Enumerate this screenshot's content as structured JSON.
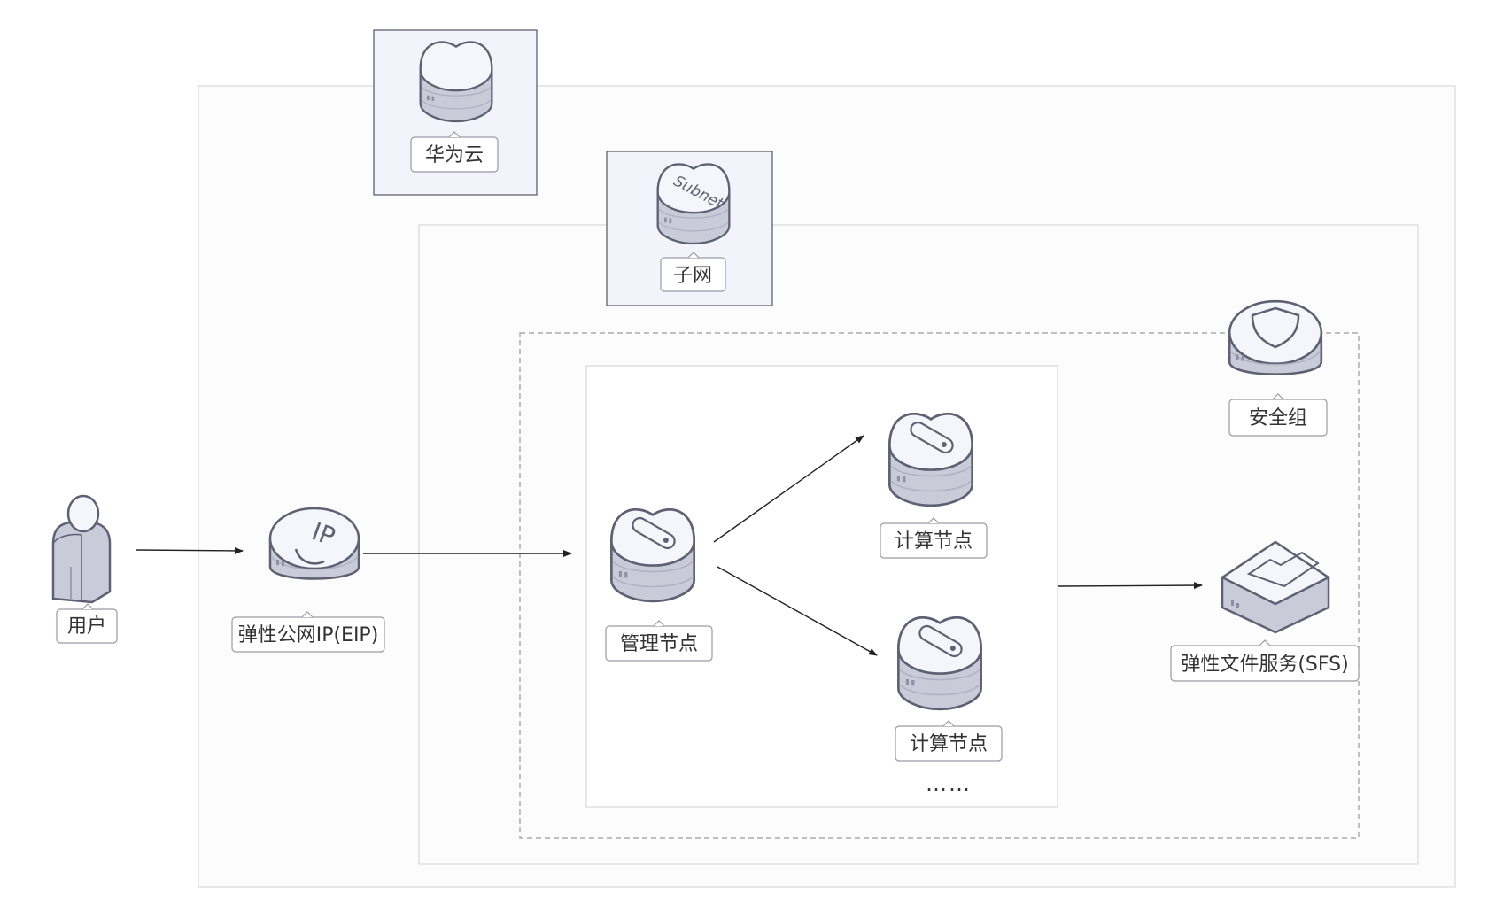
{
  "colors": {
    "canvas": "#ffffff",
    "region_fill": "#fcfcfc",
    "region_border": "#d9d9d9",
    "badge_fill": "#f3f4fb",
    "badge_border": "#555566",
    "node_top": "#f2f4f9",
    "node_side": "#c9ccd8",
    "node_outline": "#5e6173",
    "arrow": "#222222"
  },
  "regions": {
    "cloud_label": "华为云",
    "subnet_label": "子网",
    "subnet_icon_text": "Subnet"
  },
  "nodes": {
    "user": "用户",
    "eip": "弹性公网IP(EIP)",
    "eip_icon_text": "IP",
    "manager": "管理节点",
    "compute_1": "计算节点",
    "compute_2": "计算节点",
    "more": "……",
    "security_group": "安全组",
    "sfs": "弹性文件服务(SFS)"
  },
  "icons": {
    "user": "person-icon",
    "cloud": "cloud-icon",
    "subnet": "subnet-icon",
    "eip": "eip-icon",
    "ecs": "ecs-server-icon",
    "security": "shield-icon",
    "sfs": "folder-icon"
  }
}
